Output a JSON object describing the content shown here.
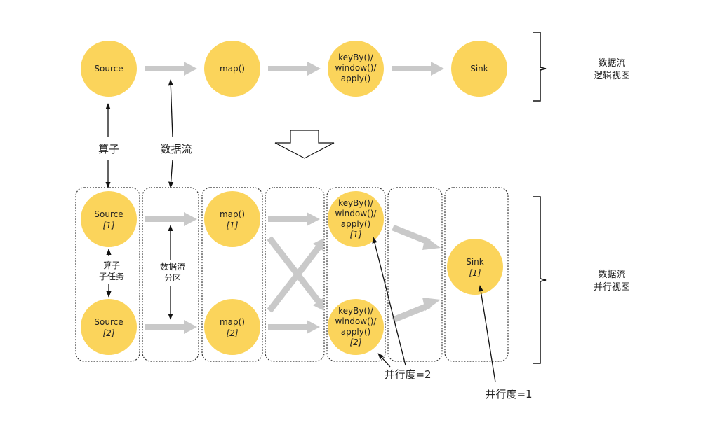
{
  "colors": {
    "node_fill": "#fbd45b",
    "arrow_gray": "#c9c9c9",
    "line": "#111111",
    "dotted_border": "#333333"
  },
  "logical_view": {
    "nodes": [
      {
        "label_lines": [
          "Source"
        ]
      },
      {
        "label_lines": [
          "map()"
        ]
      },
      {
        "label_lines": [
          "keyBy()/",
          "window()/",
          "apply()"
        ]
      },
      {
        "label_lines": [
          "Sink"
        ]
      }
    ],
    "side_label": [
      "数据流",
      "逻辑视图"
    ]
  },
  "annotations": {
    "operator": "算子",
    "stream": "数据流",
    "subtask": [
      "算子",
      "子任务"
    ],
    "partition": [
      "数据流",
      "分区"
    ],
    "parallelism2": "并行度=2",
    "parallelism1": "并行度=1"
  },
  "parallel_view": {
    "nodes": [
      {
        "label_lines": [
          "Source"
        ],
        "index": "[1]"
      },
      {
        "label_lines": [
          "Source"
        ],
        "index": "[2]"
      },
      {
        "label_lines": [
          "map()"
        ],
        "index": "[1]"
      },
      {
        "label_lines": [
          "map()"
        ],
        "index": "[2]"
      },
      {
        "label_lines": [
          "keyBy()/",
          "window()/",
          "apply()"
        ],
        "index": "[1]"
      },
      {
        "label_lines": [
          "keyBy()/",
          "window()/",
          "apply()"
        ],
        "index": "[2]"
      },
      {
        "label_lines": [
          "Sink"
        ],
        "index": "[1]"
      }
    ],
    "side_label": [
      "数据流",
      "并行视图"
    ]
  }
}
